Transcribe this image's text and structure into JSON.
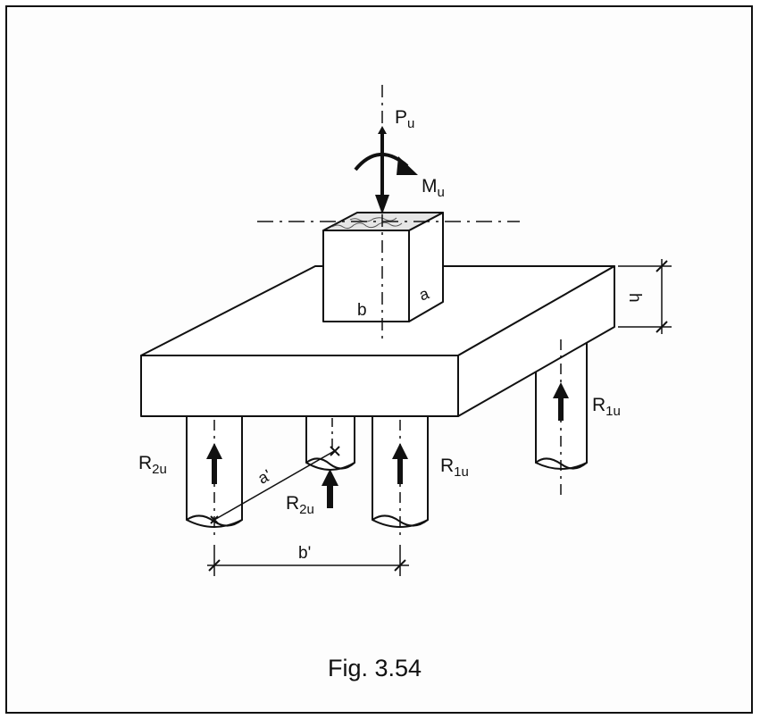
{
  "labels": {
    "P": "P",
    "P_sub": "u",
    "M": "M",
    "M_sub": "u",
    "a": "a",
    "b": "b",
    "h": "h",
    "a_prime": "a'",
    "b_prime": "b'",
    "R1_front": "R",
    "R1_front_sub": "1u",
    "R1_back": "R",
    "R1_back_sub": "1u",
    "R2_front": "R",
    "R2_front_sub": "2u",
    "R2_middle": "R",
    "R2_middle_sub": "2u"
  },
  "caption": "Fig. 3.54"
}
